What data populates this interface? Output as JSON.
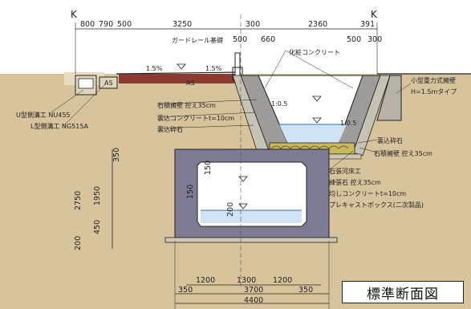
{
  "markers": {
    "left": "K",
    "right": "K"
  },
  "dims_top": [
    "800",
    "790",
    "500",
    "3250",
    "500",
    "660",
    "300",
    "2360",
    "500",
    "391",
    "300"
  ],
  "slope_labels": [
    "1.5%",
    "1.5%",
    "1:0.5",
    "1:0.5"
  ],
  "section_marks": [
    "AS",
    "AS"
  ],
  "labels": {
    "guardrail": "ガードレール基礎",
    "concrete": "化粧コンクリート",
    "gravity_wall": "小型重力式擁壁",
    "gravity_wall_h": "H=1.5mタイプ",
    "u_drain": "U型側溝工 NU455",
    "l_drain": "L型側溝工 NG515A",
    "masonry": "石積擁壁 控え35cm",
    "back_concrete": "裏込コンクリートt=10cm",
    "back_stone": "裏込砕石",
    "back_stone_r": "裏込砕石",
    "masonry_r": "石積擁壁 控え35cm",
    "bed_stone": "石張河床工",
    "edge_stone": "練張石 控え35cm",
    "level_concrete": "均しコンクリートt=10cm",
    "precast_box": "プレキャストボックス(二次製品)"
  },
  "dims_box_left": [
    "350",
    "2750",
    "1950",
    "450",
    "200"
  ],
  "dims_box_inner": [
    "150",
    "150",
    "200"
  ],
  "dims_bottom_row1": [
    "1200",
    "1300",
    "1200"
  ],
  "dims_bottom_row2": [
    "350",
    "3700",
    "350"
  ],
  "dims_bottom_row3": [
    "4400"
  ],
  "caption": "標準断面図"
}
